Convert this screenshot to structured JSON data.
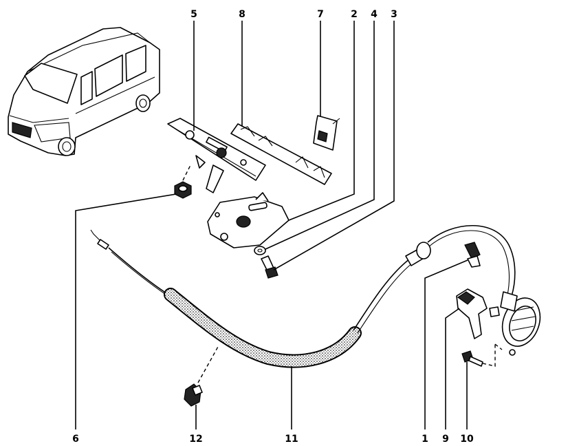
{
  "diagram": {
    "callouts": [
      {
        "id": "5",
        "text": "5"
      },
      {
        "id": "8",
        "text": "8"
      },
      {
        "id": "7",
        "text": "7"
      },
      {
        "id": "2",
        "text": "2"
      },
      {
        "id": "4",
        "text": "4"
      },
      {
        "id": "3",
        "text": "3"
      },
      {
        "id": "6",
        "text": "6"
      },
      {
        "id": "12",
        "text": "12"
      },
      {
        "id": "11",
        "text": "11"
      },
      {
        "id": "1",
        "text": "1"
      },
      {
        "id": "9",
        "text": "9"
      },
      {
        "id": "10",
        "text": "10"
      }
    ]
  }
}
